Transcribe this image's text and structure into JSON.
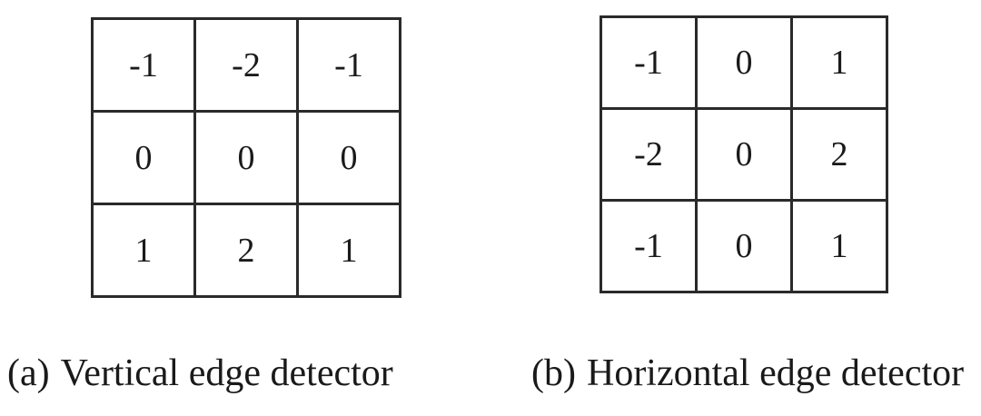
{
  "kernels": [
    {
      "rows": [
        [
          "-1",
          "-2",
          "-1"
        ],
        [
          "0",
          "0",
          "0"
        ],
        [
          "1",
          "2",
          "1"
        ]
      ],
      "caption_tag": "(a)",
      "caption_text": "Vertical edge detector"
    },
    {
      "rows": [
        [
          "-1",
          "0",
          "1"
        ],
        [
          "-2",
          "0",
          "2"
        ],
        [
          "-1",
          "0",
          "1"
        ]
      ],
      "caption_tag": "(b)",
      "caption_text": "Horizontal edge detector"
    }
  ]
}
